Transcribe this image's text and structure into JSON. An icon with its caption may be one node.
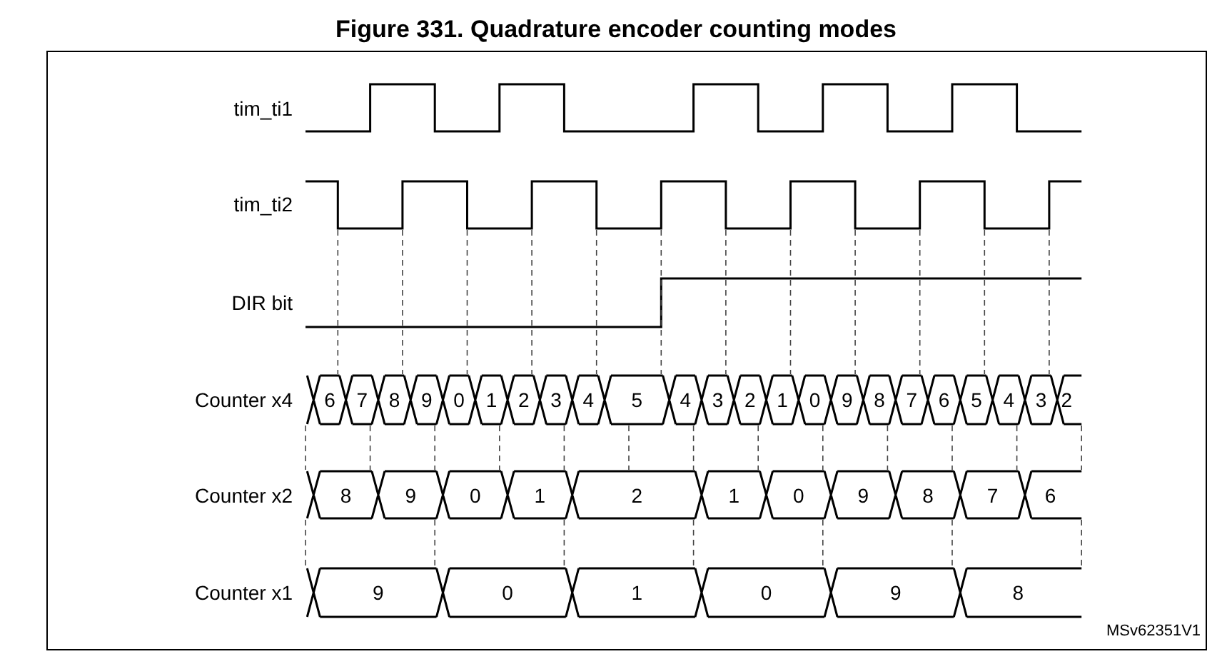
{
  "diagram": {
    "title": "Figure 331. Quadrature encoder counting modes",
    "labels": [
      "tim_ti1",
      "tim_ti2",
      "DIR bit",
      "Counter x4",
      "6",
      "7",
      "8",
      "9",
      "0",
      "1",
      "2",
      "3",
      "4",
      "5",
      "4",
      "3",
      "2",
      "1",
      "0",
      "9",
      "8",
      "7",
      "6",
      "5",
      "4",
      "3",
      "2",
      "Counter x2",
      "8",
      "9",
      "0",
      "1",
      "2",
      "1",
      "0",
      "9",
      "8",
      "7",
      "6",
      "Counter x1",
      "9",
      "0",
      "1",
      "0",
      "9",
      "8",
      "MSv62351V1"
    ]
  }
}
